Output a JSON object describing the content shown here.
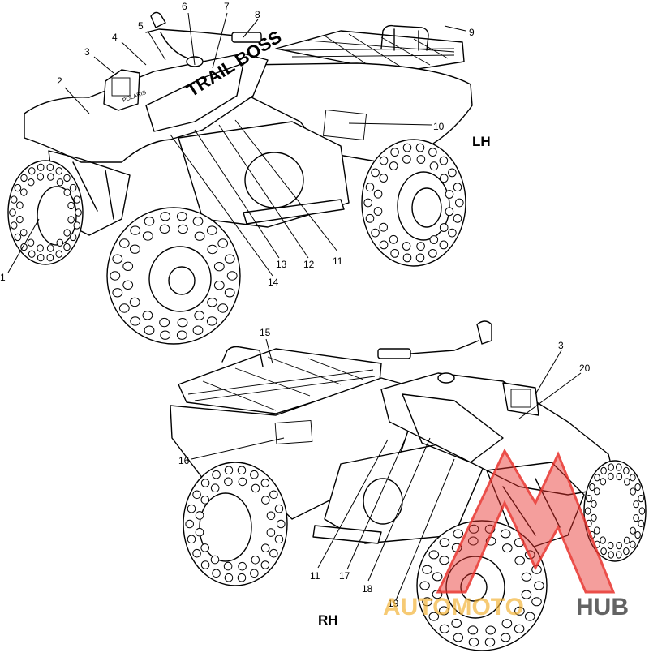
{
  "diagram": {
    "views": {
      "top": "LH",
      "bottom": "RH"
    },
    "callouts": [
      {
        "label": "1"
      },
      {
        "label": "2"
      },
      {
        "label": "3"
      },
      {
        "label": "4"
      },
      {
        "label": "5"
      },
      {
        "label": "6"
      },
      {
        "label": "7"
      },
      {
        "label": "8"
      },
      {
        "label": "9"
      },
      {
        "label": "10"
      },
      {
        "label": "11"
      },
      {
        "label": "12"
      },
      {
        "label": "13"
      },
      {
        "label": "14"
      },
      {
        "label": "15"
      },
      {
        "label": "16"
      },
      {
        "label": "3"
      },
      {
        "label": "20"
      },
      {
        "label": "11"
      },
      {
        "label": "17"
      },
      {
        "label": "18"
      },
      {
        "label": "19"
      }
    ],
    "decal_text": {
      "brand": "POLARIS",
      "model": "TRAIL BOSS"
    }
  },
  "watermark": {
    "text_left": "AUTOMOTO",
    "text_right": "HUB",
    "color_primary": "#e8302a",
    "color_secondary": "#f2b233",
    "color_dark": "#1a1a1a"
  }
}
